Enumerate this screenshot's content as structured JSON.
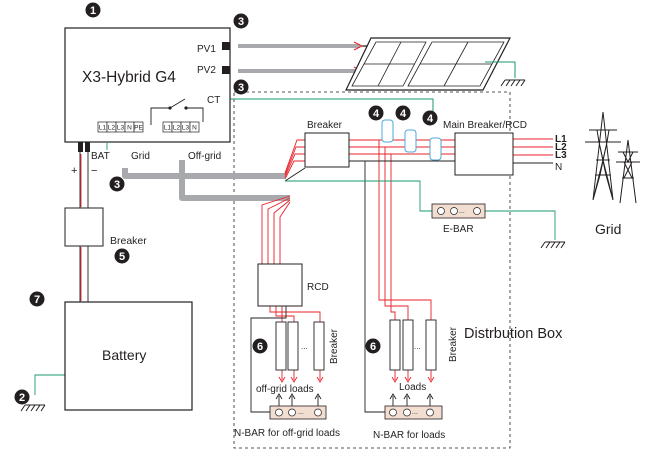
{
  "inverter": {
    "model": "X3-Hybrid G4",
    "pv1": "PV1",
    "pv2": "PV2",
    "ct": "CT",
    "bat": "BAT",
    "grid_port": "Grid",
    "offgrid_port": "Off-grid",
    "plus": "+",
    "minus": "−",
    "grid_terminals": [
      "L1",
      "L2",
      "L3",
      "N",
      "PE"
    ],
    "offgrid_terminals": [
      "L1",
      "L2",
      "L3",
      "N"
    ]
  },
  "battery": {
    "label": "Battery"
  },
  "battery_breaker": {
    "label": "Breaker"
  },
  "ac_breaker": {
    "label": "Breaker"
  },
  "main_breaker": {
    "label": "Main Breaker/RCD"
  },
  "rcd": {
    "label": "RCD"
  },
  "ebar": {
    "label": "E-BAR"
  },
  "grid": {
    "label": "Grid",
    "lines": [
      "L1",
      "L2",
      "L3",
      "N"
    ]
  },
  "distribution_box": {
    "label": "Distrbution Box"
  },
  "offgrid_loads": {
    "breaker_label": "Breaker",
    "loads_label": "off-grid loads",
    "nbar_label": "N-BAR for off-grid loads",
    "dots": "..."
  },
  "grid_loads": {
    "breaker_label": "Breaker",
    "loads_label": "Loads",
    "nbar_label": "N-BAR for loads",
    "dots": "..."
  },
  "badges": {
    "b1": "1",
    "b2": "2",
    "b3a": "3",
    "b3b": "3",
    "b3c": "3",
    "b4a": "4",
    "b4b": "4",
    "b4c": "4",
    "b5": "5",
    "b6a": "6",
    "b6b": "6",
    "b7": "7"
  },
  "colors": {
    "wire_red": "#e8212a",
    "wire_green": "#1a9a6a",
    "cable_gray": "#a7a9ac",
    "line": "#231f20"
  }
}
